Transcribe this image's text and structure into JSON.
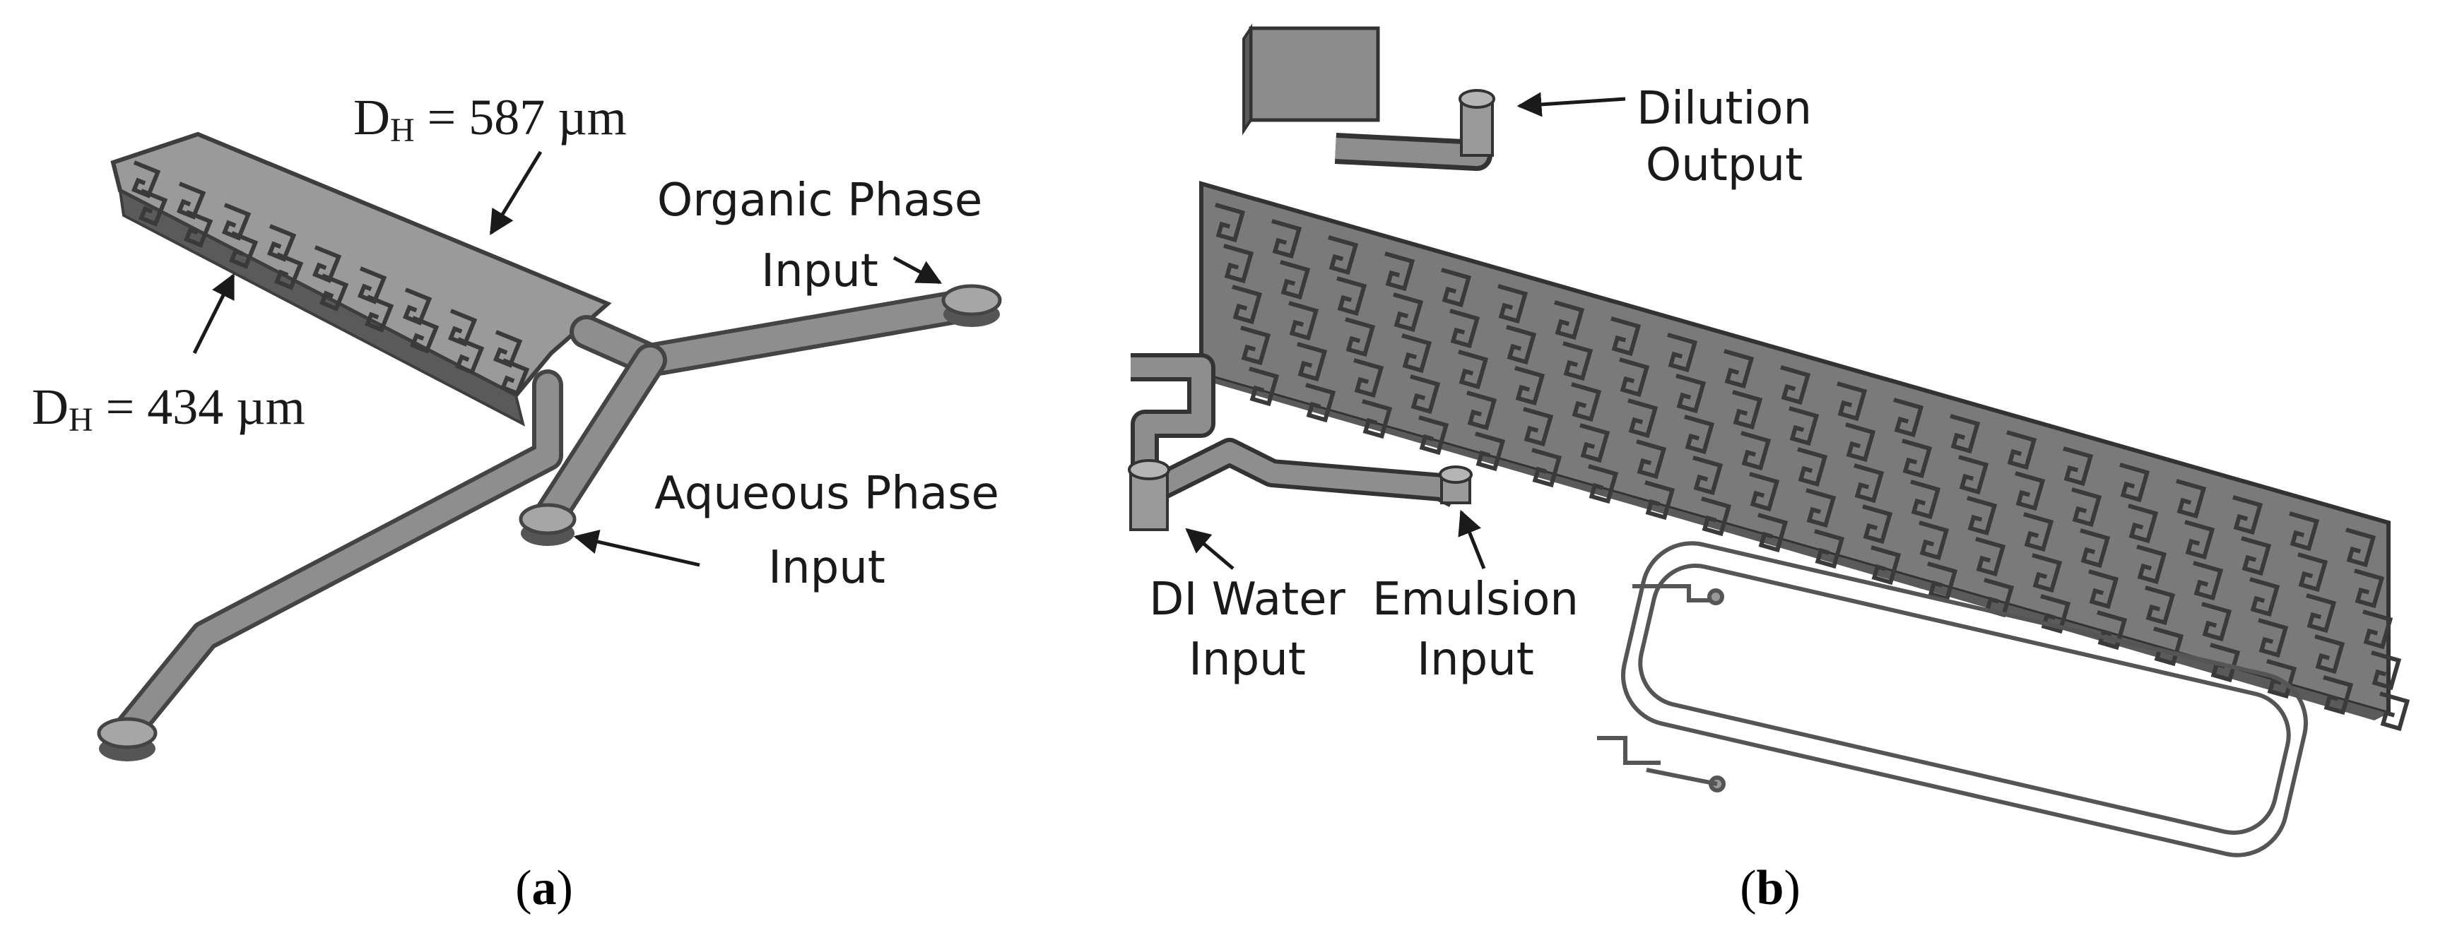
{
  "panel_a": {
    "caption_open": "(",
    "caption_letter": "a",
    "caption_close": ")",
    "dh_top": {
      "prefix": "D",
      "sub": "H",
      "value": " = 587 µm"
    },
    "dh_bottom": {
      "prefix": "D",
      "sub": "H",
      "value": " = 434 µm"
    },
    "organic_line1": "Organic Phase",
    "organic_line2": "Input",
    "aqueous_line1": "Aqueous Phase",
    "aqueous_line2": "Input"
  },
  "panel_b": {
    "caption_open": "(",
    "caption_letter": "b",
    "caption_close": ")",
    "dilution_line1": "Dilution",
    "dilution_line2": "Output",
    "diwater_line1": "DI Water",
    "diwater_line2": "Input",
    "emulsion_line1": "Emulsion",
    "emulsion_line2": "Input"
  },
  "colors": {
    "channel_fill": "#8e8e8e",
    "channel_dark": "#4a4a4a",
    "channel_light": "#b9b9b9",
    "text": "#1a1a1a"
  }
}
